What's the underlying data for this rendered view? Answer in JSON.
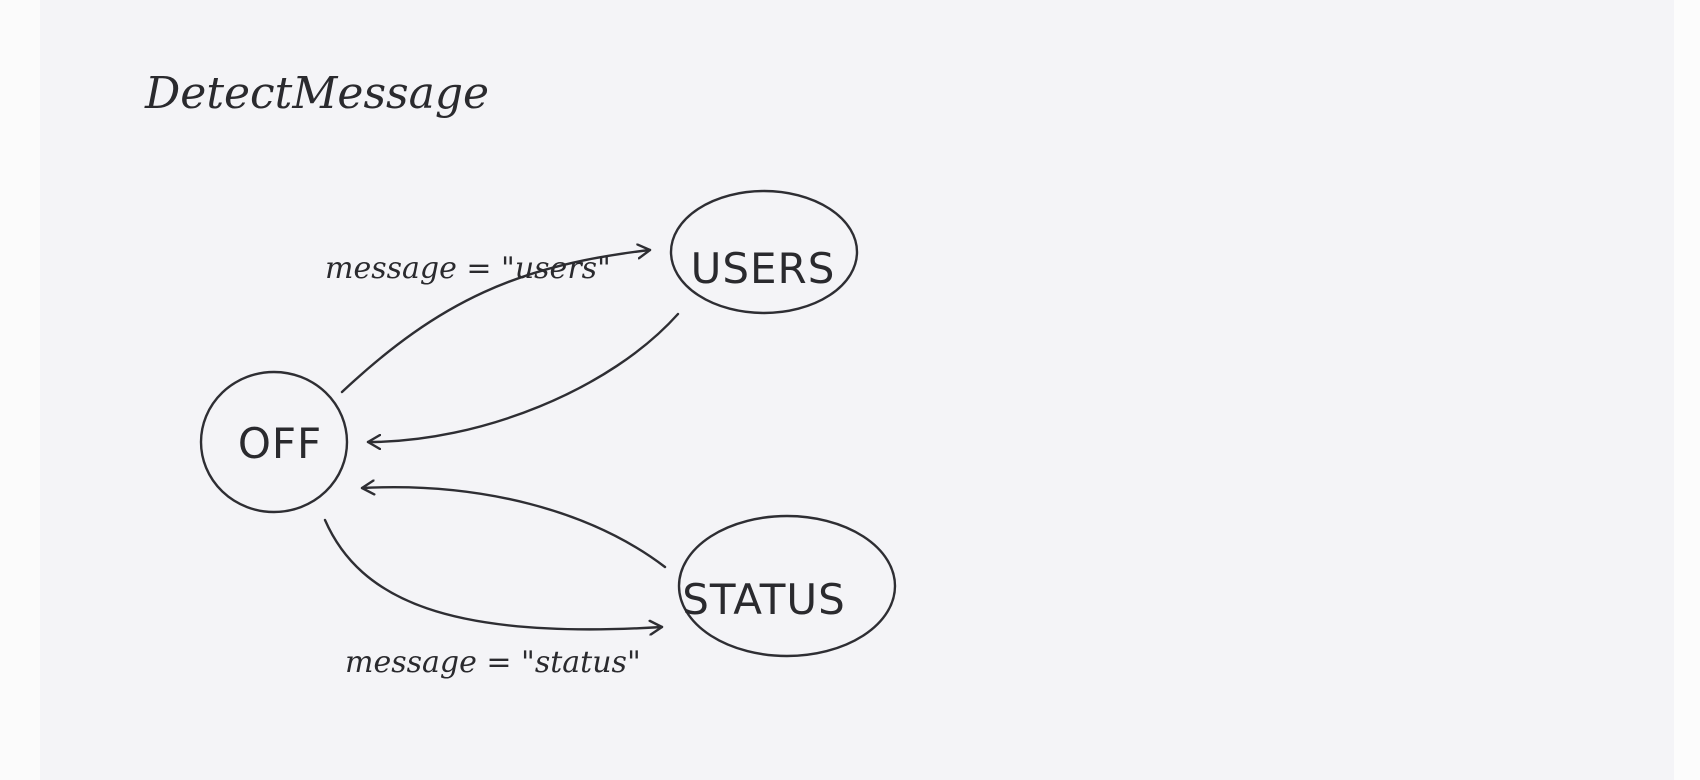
{
  "title": "DetectMessage",
  "states": [
    {
      "id": "off",
      "label": "OFF"
    },
    {
      "id": "users",
      "label": "USERS"
    },
    {
      "id": "status",
      "label": "STATUS"
    }
  ],
  "transitions": [
    {
      "from": "OFF",
      "to": "USERS",
      "label": "message = \"users\""
    },
    {
      "from": "USERS",
      "to": "OFF",
      "label": ""
    },
    {
      "from": "STATUS",
      "to": "OFF",
      "label": ""
    },
    {
      "from": "OFF",
      "to": "STATUS",
      "label": "message = \"status\""
    }
  ],
  "colors": {
    "ink": "#2e2e33",
    "paper": "#f4f4f7"
  }
}
